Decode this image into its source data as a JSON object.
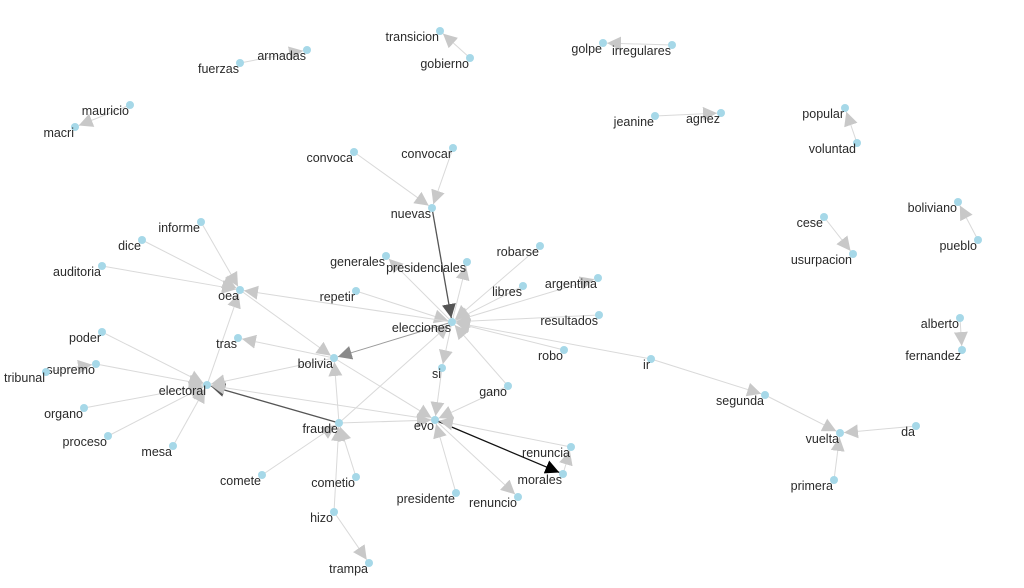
{
  "nodes": [
    "nuevas",
    "convoca",
    "convocar",
    "elecciones",
    "generales",
    "presidenciales",
    "robarse",
    "libres",
    "argentina",
    "resultados",
    "robo",
    "repetir",
    "ir",
    "segunda",
    "vuelta",
    "da",
    "primera",
    "oea",
    "informe",
    "dice",
    "auditoria",
    "tras",
    "bolivia",
    "electoral",
    "poder",
    "supremo",
    "tribunal",
    "organo",
    "proceso",
    "mesa",
    "fraude",
    "evo",
    "si",
    "gano",
    "renuncia",
    "morales",
    "presidente",
    "renuncio",
    "comete",
    "cometio",
    "hizo",
    "trampa",
    "transicion",
    "gobierno",
    "armadas",
    "fuerzas",
    "mauricio",
    "macri",
    "golpe",
    "irregulares",
    "jeanine",
    "agnez",
    "popular",
    "voluntad",
    "cese",
    "usurpacion",
    "boliviano",
    "pueblo",
    "alberto",
    "fernandez"
  ],
  "edges": [
    [
      "convoca",
      "nuevas",
      1
    ],
    [
      "convocar",
      "nuevas",
      1
    ],
    [
      "nuevas",
      "elecciones",
      3
    ],
    [
      "gobierno",
      "transicion",
      1
    ],
    [
      "fuerzas",
      "armadas",
      1
    ],
    [
      "mauricio",
      "macri",
      1
    ],
    [
      "irregulares",
      "golpe",
      1
    ],
    [
      "jeanine",
      "agnez",
      1
    ],
    [
      "voluntad",
      "popular",
      1
    ],
    [
      "cese",
      "usurpacion",
      1
    ],
    [
      "pueblo",
      "boliviano",
      1
    ],
    [
      "alberto",
      "fernandez",
      1
    ],
    [
      "elecciones",
      "generales",
      1
    ],
    [
      "elecciones",
      "presidenciales",
      1
    ],
    [
      "robarse",
      "elecciones",
      1
    ],
    [
      "libres",
      "elecciones",
      1
    ],
    [
      "elecciones",
      "argentina",
      1
    ],
    [
      "resultados",
      "elecciones",
      1
    ],
    [
      "robo",
      "elecciones",
      1
    ],
    [
      "repetir",
      "elecciones",
      1
    ],
    [
      "ir",
      "elecciones",
      1
    ],
    [
      "elecciones",
      "oea",
      1
    ],
    [
      "elecciones",
      "bolivia",
      2
    ],
    [
      "elecciones",
      "si",
      1
    ],
    [
      "gano",
      "elecciones",
      1
    ],
    [
      "fraude",
      "elecciones",
      1
    ],
    [
      "ir",
      "segunda",
      1
    ],
    [
      "segunda",
      "vuelta",
      1
    ],
    [
      "da",
      "vuelta",
      1
    ],
    [
      "primera",
      "vuelta",
      1
    ],
    [
      "informe",
      "oea",
      1
    ],
    [
      "dice",
      "oea",
      1
    ],
    [
      "auditoria",
      "oea",
      1
    ],
    [
      "electoral",
      "oea",
      1
    ],
    [
      "oea",
      "bolivia",
      1
    ],
    [
      "bolivia",
      "tras",
      1
    ],
    [
      "bolivia",
      "electoral",
      1
    ],
    [
      "poder",
      "electoral",
      1
    ],
    [
      "supremo",
      "electoral",
      1
    ],
    [
      "tribunal",
      "supremo",
      1
    ],
    [
      "organo",
      "electoral",
      1
    ],
    [
      "proceso",
      "electoral",
      1
    ],
    [
      "mesa",
      "electoral",
      1
    ],
    [
      "fraude",
      "electoral",
      3
    ],
    [
      "evo",
      "electoral",
      1
    ],
    [
      "fraude",
      "bolivia",
      1
    ],
    [
      "bolivia",
      "evo",
      1
    ],
    [
      "fraude",
      "evo",
      1
    ],
    [
      "evo",
      "morales",
      4
    ],
    [
      "renuncia",
      "evo",
      1
    ],
    [
      "morales",
      "renuncia",
      1
    ],
    [
      "presidente",
      "evo",
      1
    ],
    [
      "evo",
      "renuncio",
      1
    ],
    [
      "si",
      "evo",
      1
    ],
    [
      "gano",
      "evo",
      1
    ],
    [
      "comete",
      "fraude",
      1
    ],
    [
      "cometio",
      "fraude",
      1
    ],
    [
      "hizo",
      "fraude",
      1
    ],
    [
      "hizo",
      "trampa",
      1
    ]
  ],
  "colors": {
    "node": "#a6d8e8",
    "edge_light": "#d6d6d6",
    "edge_dark": "#3a3a3a"
  }
}
